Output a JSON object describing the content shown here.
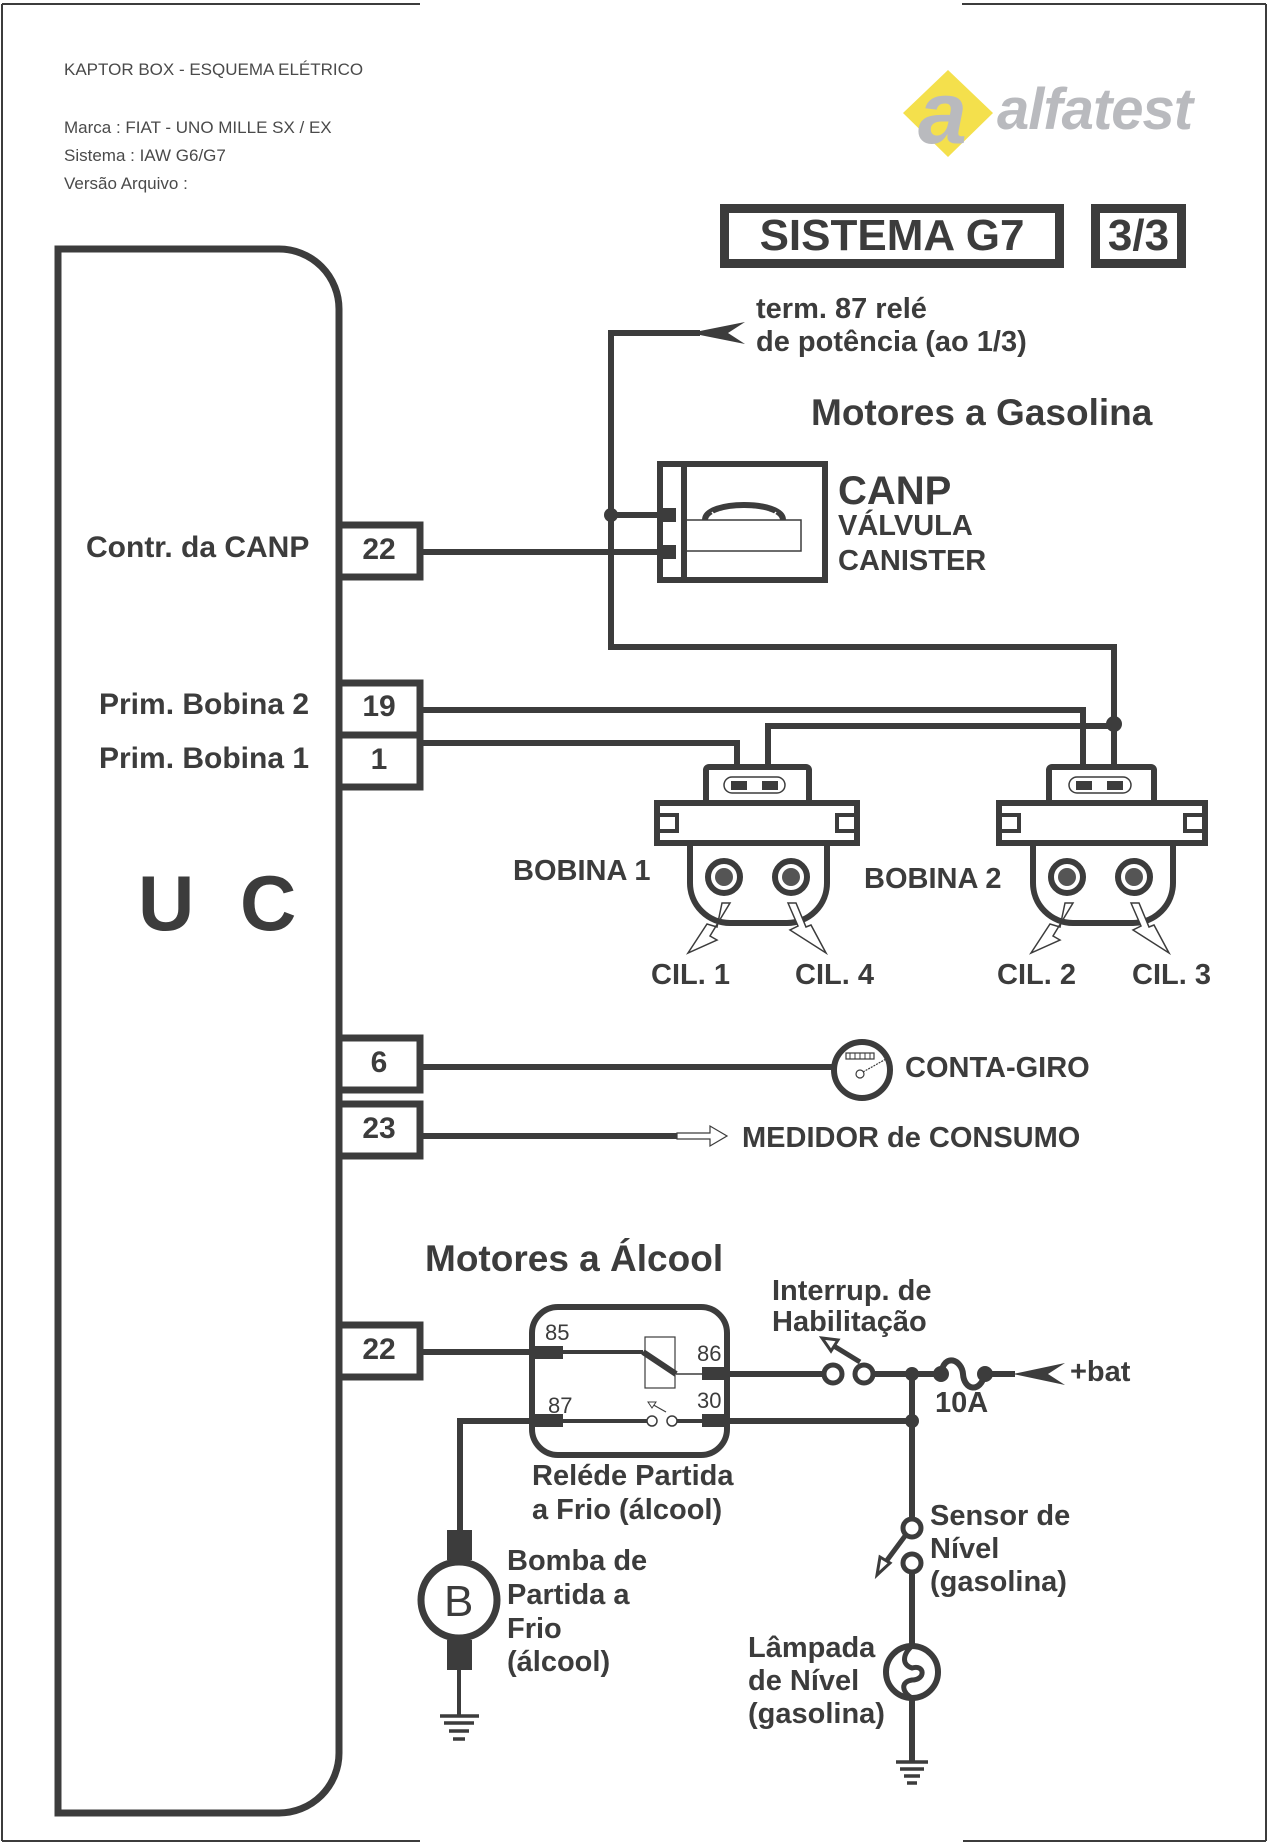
{
  "header": {
    "title": "KAPTOR BOX - ESQUEMA ELÉTRICO",
    "marca": "Marca   : FIAT - UNO MILLE SX / EX",
    "sistema": "Sistema : IAW G6/G7",
    "versao": "Versão Arquivo :"
  },
  "logo": {
    "text": "alfatest",
    "letter": "a",
    "accent_color": "#f4e04c",
    "gray_color": "#b9babe"
  },
  "title_box": {
    "system": "SISTEMA G7",
    "page": "3/3"
  },
  "uc": {
    "label": "U C",
    "pins": [
      {
        "number": "22",
        "label": "Contr. da CANP"
      },
      {
        "number": "19",
        "label": "Prim. Bobina 2"
      },
      {
        "number": "1",
        "label": "Prim. Bobina 1"
      },
      {
        "number": "6",
        "label": ""
      },
      {
        "number": "23",
        "label": ""
      },
      {
        "number": "22",
        "label": ""
      }
    ]
  },
  "gasolina": {
    "section_title": "Motores a Gasolina",
    "term87_line1": "term. 87 relé",
    "term87_line2": "de potência  (ao 1/3)",
    "canp_line1": "CANP",
    "canp_line2": "VÁLVULA",
    "canp_line3": "CANISTER",
    "bobina1": "BOBINA 1",
    "bobina2": "BOBINA 2",
    "cil1": "CIL. 1",
    "cil4": "CIL. 4",
    "cil2": "CIL. 2",
    "cil3": "CIL. 3"
  },
  "conta_giro": "CONTA-GIRO",
  "medidor": "MEDIDOR de CONSUMO",
  "alcool": {
    "section_title": "Motores a Álcool",
    "relay_terminals": {
      "t85": "85",
      "t86": "86",
      "t87": "87",
      "t30": "30"
    },
    "relay_line1": "Reléde Partida",
    "relay_line2": "a Frio (álcool)",
    "interrup_line1": "Interrup. de",
    "interrup_line2": "Habilitação",
    "fuse": "10A",
    "bat": "+bat",
    "pump_letter": "B",
    "pump_line1": "Bomba de",
    "pump_line2": "Partida a",
    "pump_line3": "Frio",
    "pump_line4": "(álcool)",
    "sensor_line1": "Sensor de",
    "sensor_line2": "Nível",
    "sensor_line3": "(gasolina)",
    "lamp_line1": "Lâmpada",
    "lamp_line2": "de Nível",
    "lamp_line3": "(gasolina)"
  }
}
